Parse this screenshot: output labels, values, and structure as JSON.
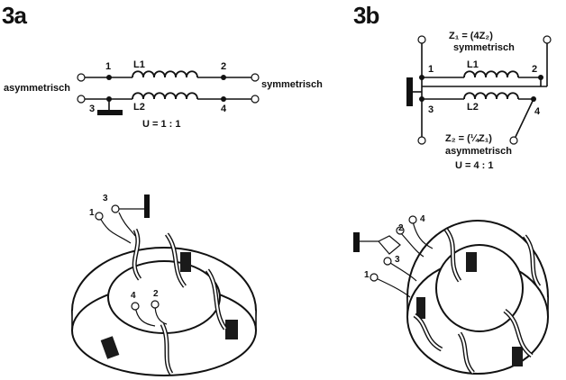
{
  "fig3a": {
    "label": "3a",
    "left_text": "asymmetrisch",
    "right_text": "symmetrisch",
    "inductor1": "L1",
    "inductor2": "L2",
    "ratio": "U = 1 : 1",
    "terminals": {
      "t1": "1",
      "t2": "2",
      "t3": "3",
      "t4": "4"
    },
    "toroid_terminals": {
      "t1": "1",
      "t2": "2",
      "t3": "3",
      "t4": "4"
    }
  },
  "fig3b": {
    "label": "3b",
    "z_top_line1": "Z₁ = (4Z₂)",
    "z_top_line2": "symmetrisch",
    "z_bottom_line1": "Z₂ = (¼Z₁)",
    "z_bottom_line2": "asymmetrisch",
    "ratio": "U = 4 : 1",
    "inductor1": "L1",
    "inductor2": "L2",
    "terminals": {
      "t1": "1",
      "t2": "2",
      "t3": "3",
      "t4": "4"
    },
    "toroid_terminals": {
      "t1": "1",
      "t2": "2",
      "t3": "3",
      "t4": "4"
    }
  }
}
